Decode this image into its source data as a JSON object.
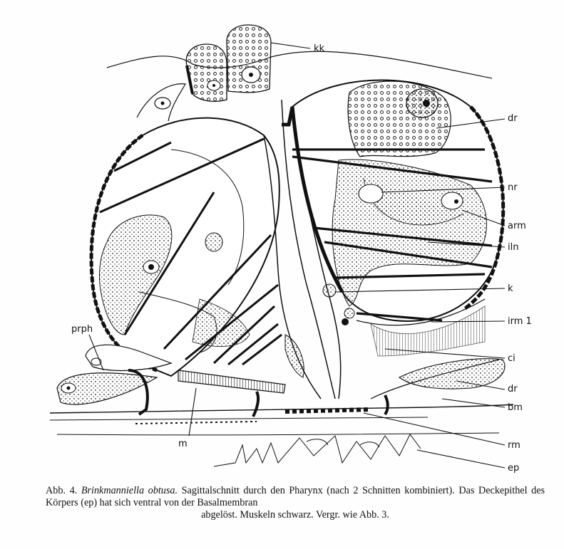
{
  "figure": {
    "labels": {
      "kk": "kk",
      "dr_top": "dr",
      "nr": "nr",
      "arm": "arm",
      "iln": "iln",
      "k": "k",
      "irm1": "irm 1",
      "ci": "ci",
      "dr_bottom": "dr",
      "bm": "bm",
      "rm": "rm",
      "ep": "ep",
      "prph": "prph",
      "m": "m"
    }
  },
  "caption": {
    "prefix": "Abb. 4.",
    "species": "Brinkmanniella obtusa.",
    "line1_rest": "Sagittalschnitt durch den Pharynx (nach 2 Schnitten",
    "line2": "kombiniert). Das Deckepithel des Körpers (ep) hat sich ventral von der Basalmembran",
    "line3": "abgelöst. Muskeln schwarz. Vergr. wie Abb. 3."
  }
}
